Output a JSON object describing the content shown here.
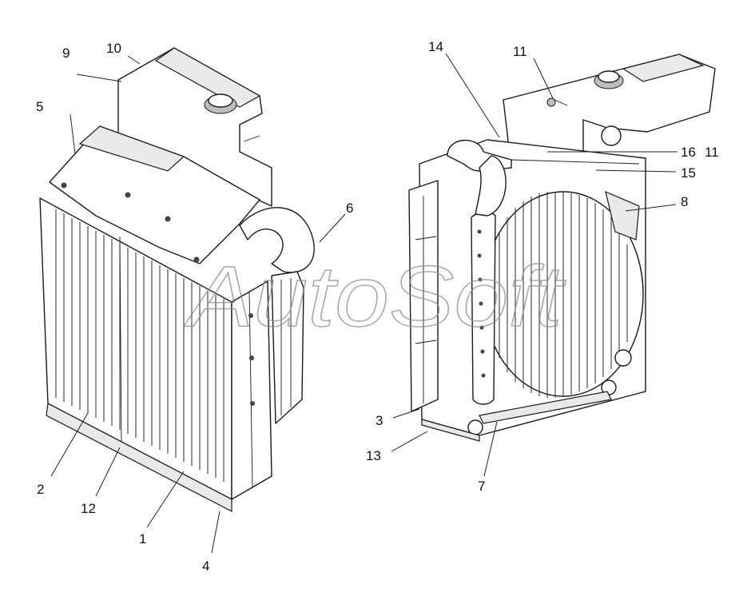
{
  "watermark": "AutoSoft",
  "callouts": {
    "c1": "1",
    "c2": "2",
    "c3": "3",
    "c4": "4",
    "c5": "5",
    "c6": "6",
    "c7": "7",
    "c8": "8",
    "c9": "9",
    "c10": "10",
    "c11a": "11",
    "c11b": "11",
    "c12": "12",
    "c13": "13",
    "c14": "14",
    "c15": "15",
    "c16": "16"
  }
}
